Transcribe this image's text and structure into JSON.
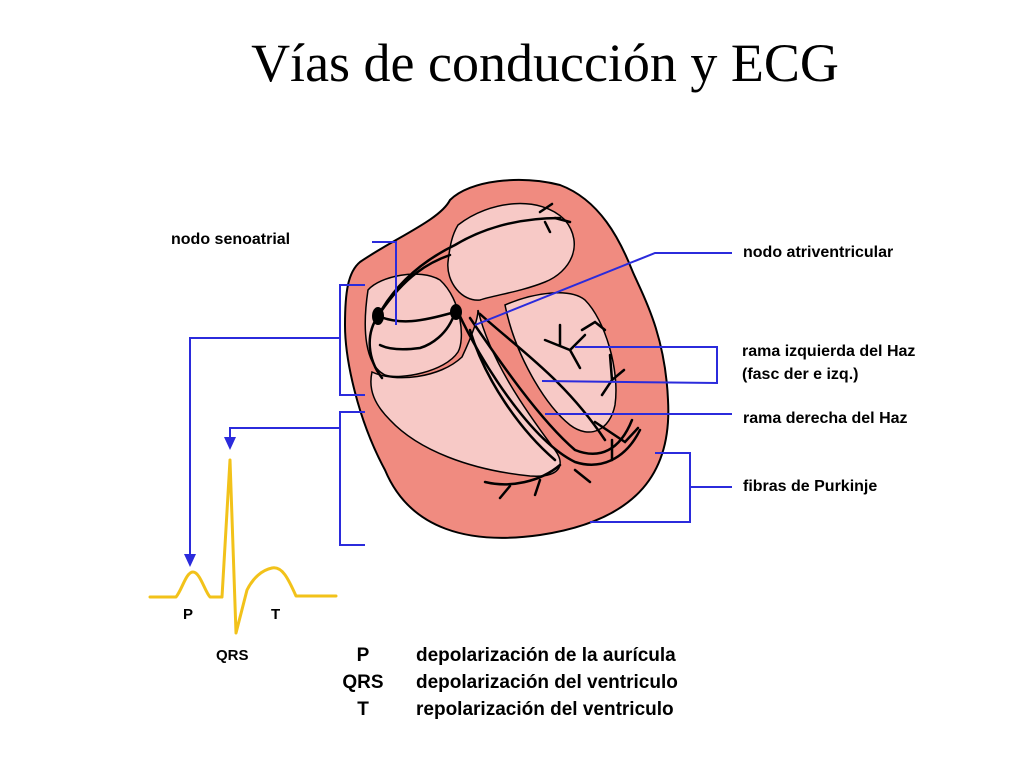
{
  "title": "Vías de conducción y ECG",
  "labels": {
    "sa_node": "nodo senoatrial",
    "av_node": "nodo atriventricular",
    "left_bundle_line1": "rama izquierda del Haz",
    "left_bundle_line2": "(fasc der e izq.)",
    "right_bundle": "rama derecha del Haz",
    "purkinje": "fibras de Purkinje"
  },
  "ecg_waves": {
    "p": "P",
    "t": "T",
    "qrs": "QRS"
  },
  "legend": [
    {
      "wave": "P",
      "meaning": "depolarización de la aurícula"
    },
    {
      "wave": "QRS",
      "meaning": "depolarización del ventriculo"
    },
    {
      "wave": "T",
      "meaning": "repolarización del ventriculo"
    }
  ],
  "colors": {
    "heart_wall": "#f08b80",
    "chamber": "#f7c9c6",
    "pointer": "#2b2bdc",
    "ecg_trace": "#f2c21a",
    "pathway": "#000000"
  }
}
